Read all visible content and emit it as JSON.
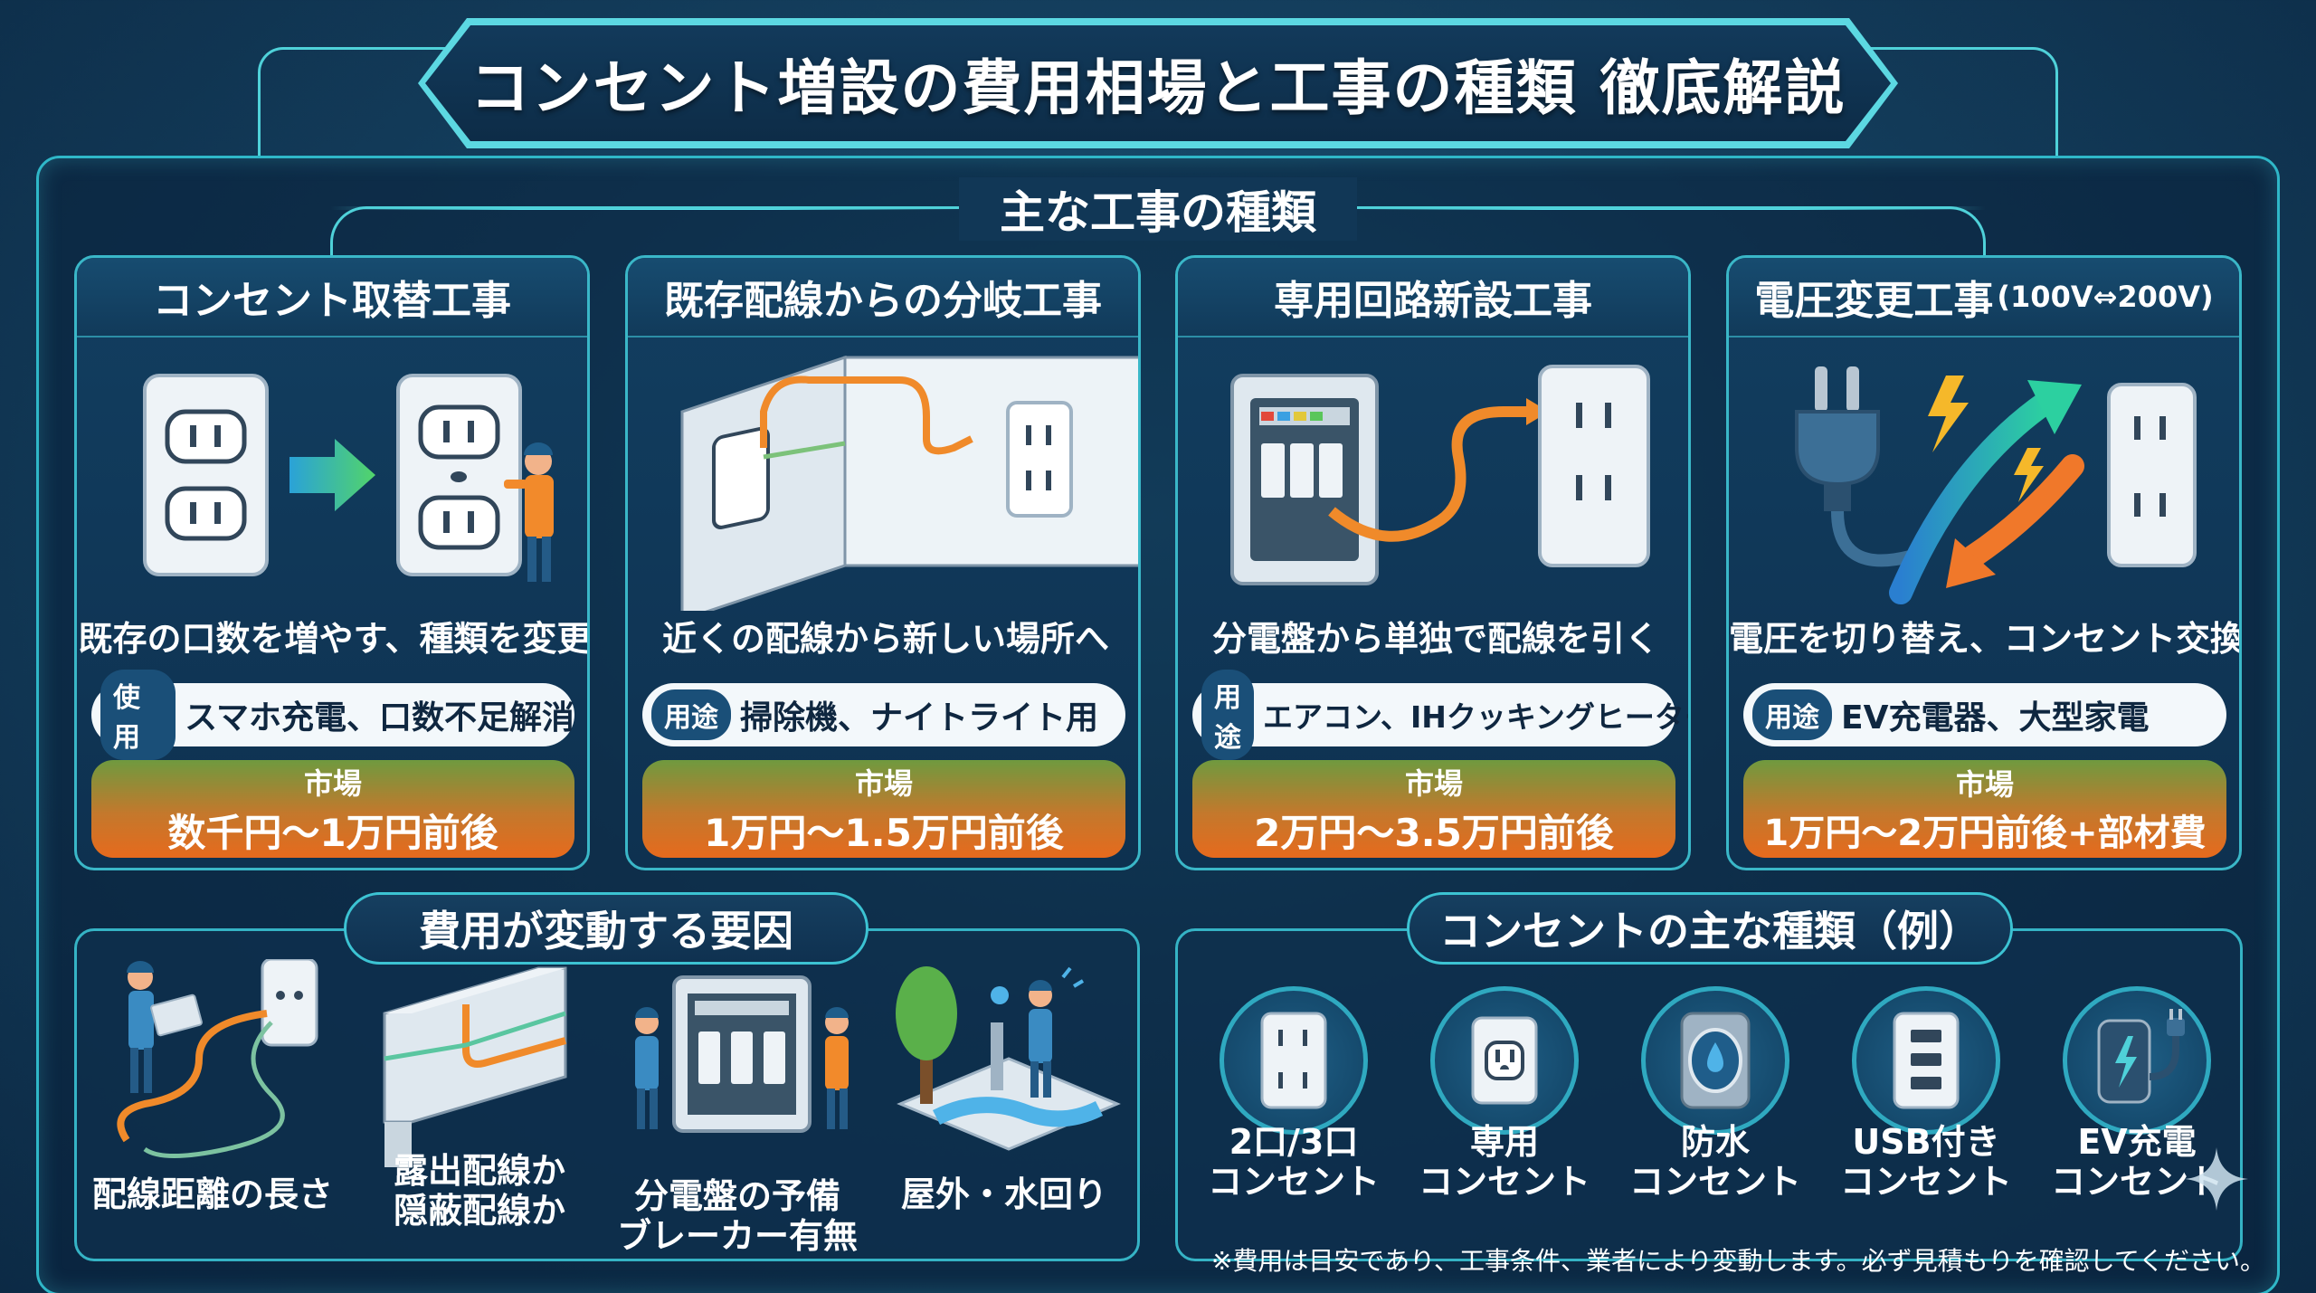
{
  "title": "コンセント増設の費用相場と工事の種類 徹底解説",
  "main_section": "主な工事の種類",
  "cards": [
    {
      "heading": "コンセント取替工事",
      "heading_small": "",
      "description": "既存の口数を増やす、種類を変更",
      "use_tag": "使用",
      "use_text": "スマホ充電、口数不足解消",
      "price_label": "市場",
      "price_value": "数千円〜1万円前後"
    },
    {
      "heading": "既存配線からの分岐工事",
      "heading_small": "",
      "description": "近くの配線から新しい場所へ",
      "use_tag": "用途",
      "use_text": "掃除機、ナイトライト用",
      "price_label": "市場",
      "price_value": "1万円〜1.5万円前後"
    },
    {
      "heading": "専用回路新設工事",
      "heading_small": "",
      "description": "分電盤から単独で配線を引く",
      "use_tag": "用途",
      "use_text": "エアコン、IHクッキングヒーター",
      "price_label": "市場",
      "price_value": "2万円〜3.5万円前後"
    },
    {
      "heading": "電圧変更工事",
      "heading_small": "(100V⇔200V)",
      "description": "電圧を切り替え、コンセント交換",
      "use_tag": "用途",
      "use_text": "EV充電器、大型家電",
      "price_label": "市場",
      "price_value": "1万円〜2万円前後+部材費"
    }
  ],
  "factors": {
    "title": "費用が変動する要因",
    "items": [
      {
        "label": "配線距離の長さ",
        "icon": "wiring-distance-icon"
      },
      {
        "label_1": "露出配線か",
        "label_2": "隠蔽配線か",
        "icon": "wiring-type-icon"
      },
      {
        "label_1": "分電盤の予備",
        "label_2": "ブレーカー有無",
        "icon": "breaker-panel-icon"
      },
      {
        "label": "屋外・水回り",
        "icon": "outdoor-water-icon"
      }
    ]
  },
  "outlet_types": {
    "title": "コンセントの主な種類（例）",
    "items": [
      {
        "line1": "2口/3口",
        "line2": "コンセント",
        "icon": "double-outlet-icon"
      },
      {
        "line1": "専用",
        "line2": "コンセント",
        "icon": "dedicated-outlet-icon"
      },
      {
        "line1": "防水",
        "line2": "コンセント",
        "icon": "waterproof-outlet-icon"
      },
      {
        "line1": "USB付き",
        "line2": "コンセント",
        "icon": "usb-outlet-icon"
      },
      {
        "line1": "EV充電",
        "line2": "コンセント",
        "icon": "ev-outlet-icon"
      }
    ]
  },
  "footnote": "※費用は目安であり、工事条件、業者により変動します。必ず見積もりを確認してください。",
  "colors": {
    "accent": "#4fd1d9",
    "price_gradient_top": "#6f9a3f",
    "price_gradient_bottom": "#e66a1d",
    "background": "#143f5e"
  }
}
